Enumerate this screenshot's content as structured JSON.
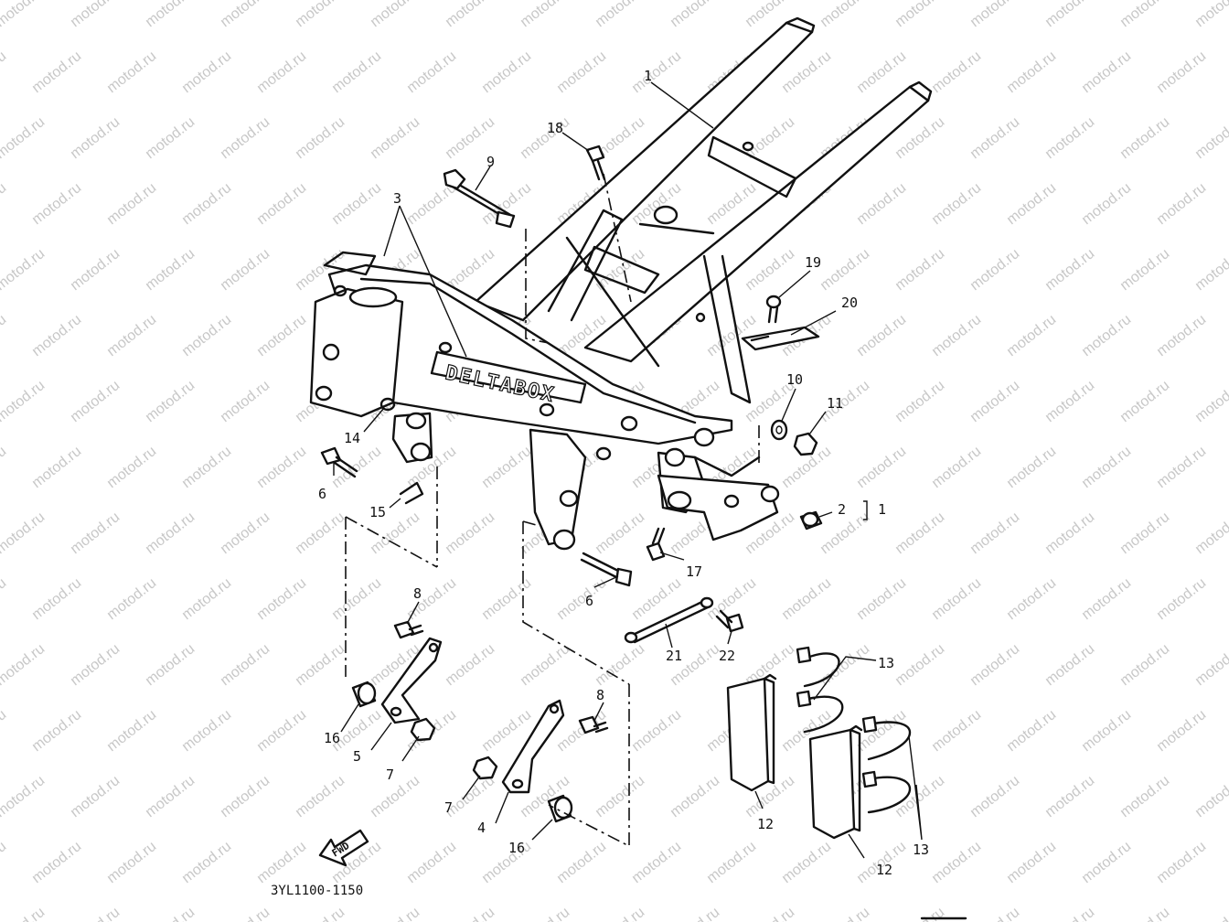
{
  "diagram": {
    "watermark": "motod.ru",
    "frame_logo": "DELTABOX",
    "drawing_code": "3YL1100-1150",
    "fwd_label": "FWD",
    "assembly_bracket_label": "1",
    "accent_color": "#111111",
    "watermark_color": "#c8c8c8",
    "callouts": [
      {
        "id": "c1",
        "label": "1"
      },
      {
        "id": "c18",
        "label": "18"
      },
      {
        "id": "c9",
        "label": "9"
      },
      {
        "id": "c3",
        "label": "3"
      },
      {
        "id": "c19",
        "label": "19"
      },
      {
        "id": "c20",
        "label": "20"
      },
      {
        "id": "c10",
        "label": "10"
      },
      {
        "id": "c11",
        "label": "11"
      },
      {
        "id": "c14",
        "label": "14"
      },
      {
        "id": "c6a",
        "label": "6"
      },
      {
        "id": "c15",
        "label": "15"
      },
      {
        "id": "c2",
        "label": "2"
      },
      {
        "id": "c17",
        "label": "17"
      },
      {
        "id": "c6b",
        "label": "6"
      },
      {
        "id": "c8a",
        "label": "8"
      },
      {
        "id": "c21",
        "label": "21"
      },
      {
        "id": "c22",
        "label": "22"
      },
      {
        "id": "c13a",
        "label": "13"
      },
      {
        "id": "c16a",
        "label": "16"
      },
      {
        "id": "c5",
        "label": "5"
      },
      {
        "id": "c7a",
        "label": "7"
      },
      {
        "id": "c8b",
        "label": "8"
      },
      {
        "id": "c7b",
        "label": "7"
      },
      {
        "id": "c4",
        "label": "4"
      },
      {
        "id": "c16b",
        "label": "16"
      },
      {
        "id": "c12a",
        "label": "12"
      },
      {
        "id": "c12b",
        "label": "12"
      },
      {
        "id": "c13b",
        "label": "13"
      }
    ]
  }
}
